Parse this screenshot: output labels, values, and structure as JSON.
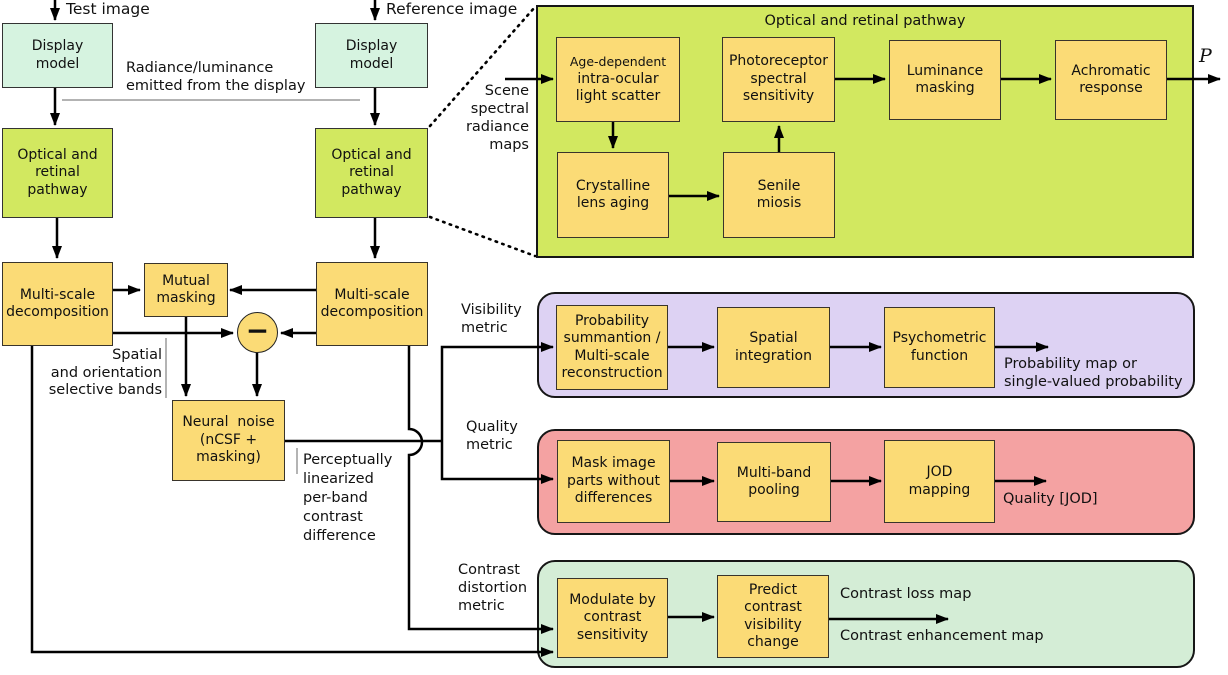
{
  "colors": {
    "box_mint": "#d6f3e0",
    "box_lime": "#d2e860",
    "box_yellow": "#fbdb76",
    "panel_lavender": "#ddd2f3",
    "panel_salmon": "#f4a2a2",
    "panel_lightgreen": "#d4edd6",
    "line_black": "#000000",
    "note_gray": "#9a9a9a"
  },
  "io_labels": {
    "test_image": "Test image",
    "reference_image": "Reference image"
  },
  "notes": {
    "radiance": "Radiance/luminance\nemitted from the display",
    "scene_radiance": "Scene\nspectral\nradiance\nmaps",
    "spatial_bands": "Spatial\nand orientation\nselective bands",
    "perceptual": "Perceptually\nlinearized\nper-band\ncontrast\ndifference"
  },
  "metric_labels": {
    "visibility": "Visibility\nmetric",
    "quality": "Quality\nmetric",
    "contrast": "Contrast\ndistortion\nmetric"
  },
  "outputs": {
    "p": "P",
    "probability": "Probability map or\nsingle-valued probability",
    "quality": "Quality [JOD]",
    "contrast_loss": "Contrast loss map",
    "contrast_enhancement": "Contrast enhancement map"
  },
  "boxes": {
    "display_left": "Display\nmodel",
    "display_right": "Display\nmodel",
    "pathway_left": "Optical and\nretinal\npathway",
    "pathway_right": "Optical and\nretinal\npathway",
    "msd_left": "Multi-scale\ndecomposition",
    "mutual_masking": "Mutual\nmasking",
    "msd_right": "Multi-scale\ndecomposition",
    "neural_noise": "Neural  noise\n(nCSF +\nmasking)",
    "subtract": "−"
  },
  "retinal_group": {
    "title": "Optical and retinal pathway",
    "age_line1": "Age-dependent",
    "age_line2": "intra-ocular\nlight scatter",
    "photoreceptor": "Photoreceptor\nspectral\nsensitivity",
    "luminance_masking": "Luminance\nmasking",
    "achromatic": "Achromatic\nresponse",
    "crystalline": "Crystalline\nlens aging",
    "senile": "Senile\nmiosis"
  },
  "visibility_group": {
    "prob_summation": "Probability\nsummantion /\nMulti-scale\nreconstruction",
    "spatial_integration": "Spatial\nintegration",
    "psychometric": "Psychometric\nfunction"
  },
  "quality_group": {
    "mask_image": "Mask image\nparts without\ndifferences",
    "multiband_pooling": "Multi-band\npooling",
    "jod_mapping": "JOD\nmapping"
  },
  "contrast_group": {
    "modulate": "Modulate by\ncontrast\nsensitivity",
    "predict": "Predict\ncontrast\nvisibility\nchange"
  }
}
